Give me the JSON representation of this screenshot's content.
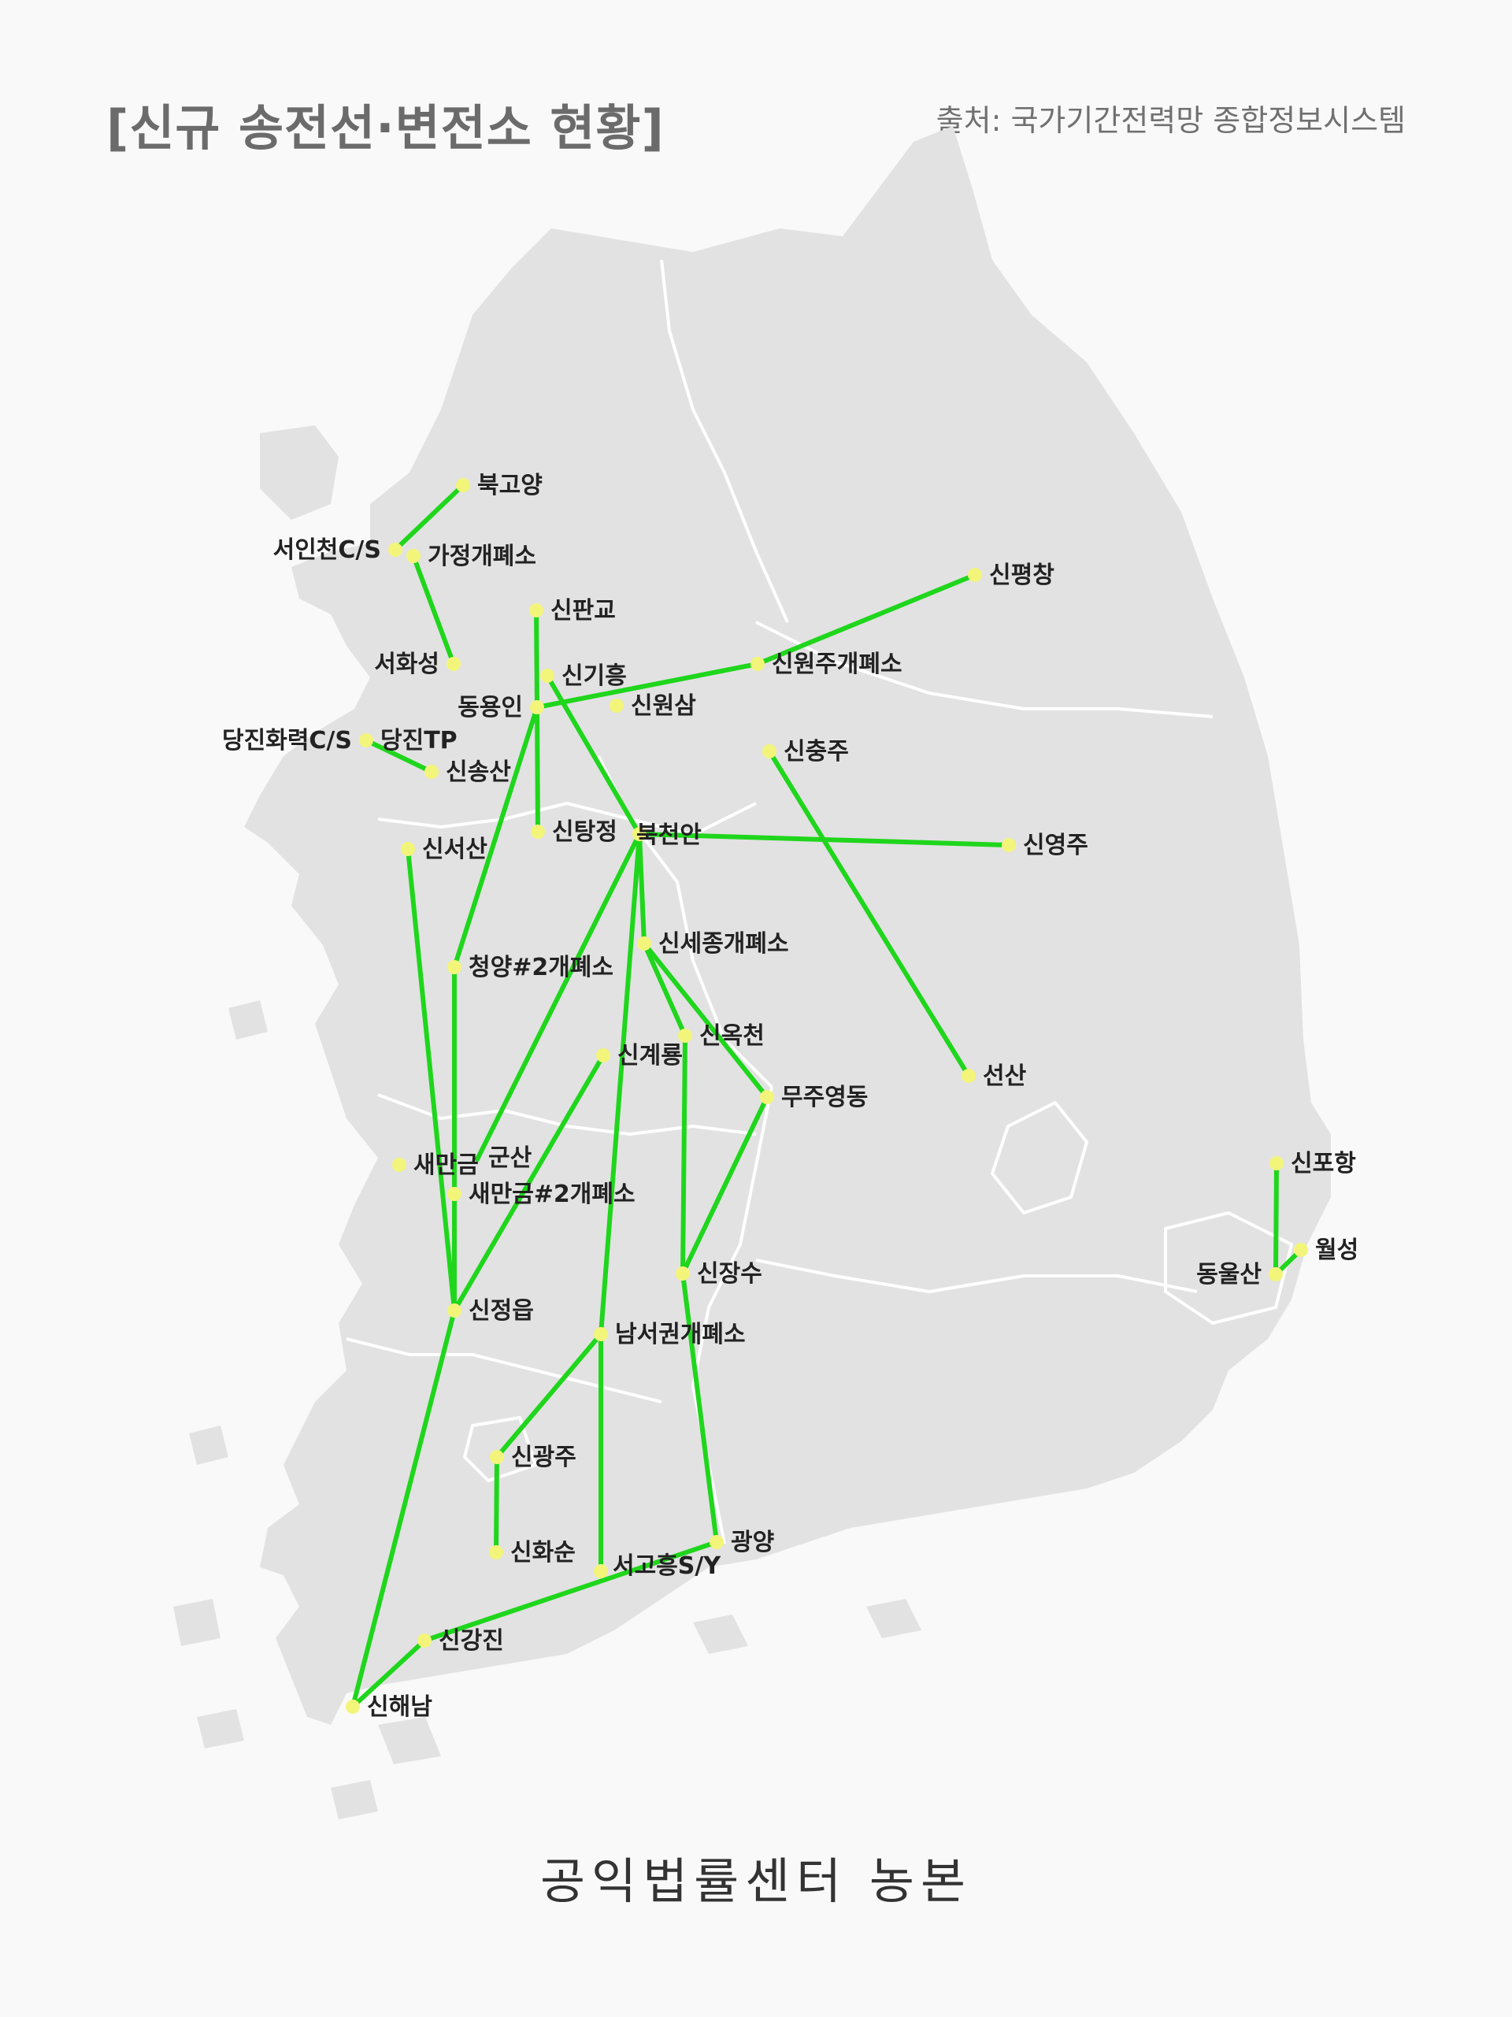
{
  "header": {
    "title": "[신규 송전선·변전소 현황]",
    "source": "출처: 국가기간전력망 종합정보시스템"
  },
  "footer": {
    "credit": "공익법률센터 농본"
  },
  "colors": {
    "line": "#1fd61c",
    "node": "#f3f57a",
    "land": "#e2e2e2",
    "background": "#f9f9f9"
  },
  "stations": [
    {
      "id": "bukgoyang",
      "name": "북고양"
    },
    {
      "id": "seoincheon",
      "name": "서인천C/S"
    },
    {
      "id": "gajeong",
      "name": "가정개폐소"
    },
    {
      "id": "seohwaseong",
      "name": "서화성"
    },
    {
      "id": "sinpangyo",
      "name": "신판교"
    },
    {
      "id": "singiheung",
      "name": "신기흥"
    },
    {
      "id": "dongyongin",
      "name": "동용인"
    },
    {
      "id": "sinwonsam",
      "name": "신원삼"
    },
    {
      "id": "sinpyeongchang",
      "name": "신평창"
    },
    {
      "id": "sinwonju",
      "name": "신원주개폐소"
    },
    {
      "id": "dangjinhwaryeok",
      "name": "당진화력C/S"
    },
    {
      "id": "dangjintp",
      "name": "당진TP"
    },
    {
      "id": "sinsongsan",
      "name": "신송산"
    },
    {
      "id": "sinchungju",
      "name": "신충주"
    },
    {
      "id": "sintangjeong",
      "name": "신탕정"
    },
    {
      "id": "bukcheonan",
      "name": "북천안"
    },
    {
      "id": "sinyeongju",
      "name": "신영주"
    },
    {
      "id": "sinseosan",
      "name": "신서산"
    },
    {
      "id": "cheongyang",
      "name": "청양#2개폐소"
    },
    {
      "id": "sinsejong",
      "name": "신세종개폐소"
    },
    {
      "id": "sinokcheon",
      "name": "신옥천"
    },
    {
      "id": "singyeryong",
      "name": "신계룡"
    },
    {
      "id": "seonsan",
      "name": "선산"
    },
    {
      "id": "mujuyeongdong",
      "name": "무주영동"
    },
    {
      "id": "saemangeum",
      "name": "새만금"
    },
    {
      "id": "gunsan",
      "name": "군산"
    },
    {
      "id": "saemangeum2",
      "name": "새만금#2개폐소"
    },
    {
      "id": "sinpohang",
      "name": "신포항"
    },
    {
      "id": "wolseong",
      "name": "월성"
    },
    {
      "id": "dongulsan",
      "name": "동울산"
    },
    {
      "id": "sinjangsu",
      "name": "신장수"
    },
    {
      "id": "sinjeongeup",
      "name": "신정읍"
    },
    {
      "id": "namseogwon",
      "name": "남서권개폐소"
    },
    {
      "id": "singwangju",
      "name": "신광주"
    },
    {
      "id": "sinhwasun",
      "name": "신화순"
    },
    {
      "id": "gwangyang",
      "name": "광양"
    },
    {
      "id": "seogoheung",
      "name": "서고흥S/Y"
    },
    {
      "id": "singangjin",
      "name": "신강진"
    },
    {
      "id": "sinhaenam",
      "name": "신해남"
    }
  ],
  "lines": [
    [
      "seoincheon",
      "bukgoyang"
    ],
    [
      "gajeong",
      "seohwaseong"
    ],
    [
      "dongyongin",
      "sinwonju"
    ],
    [
      "sinpyeongchang",
      "sinwonju"
    ],
    [
      "dangjinhwaryeok",
      "sinsongsan"
    ],
    [
      "sinpangyo",
      "dongyongin"
    ],
    [
      "dongyongin",
      "sintangjeong"
    ],
    [
      "dongyongin",
      "cheongyang"
    ],
    [
      "singiheung",
      "bukcheonan"
    ],
    [
      "bukcheonan",
      "sinyeongju"
    ],
    [
      "bukcheonan",
      "sinsejong"
    ],
    [
      "sinchungju",
      "seonsan"
    ],
    [
      "sinseosan",
      "sinjeongeup"
    ],
    [
      "cheongyang",
      "sinjeongeup"
    ],
    [
      "bukcheonan",
      "gunsan"
    ],
    [
      "bukcheonan",
      "namseogwon"
    ],
    [
      "sinsejong",
      "mujuyeongdong"
    ],
    [
      "sinsejong",
      "sinokcheon"
    ],
    [
      "singyeryong",
      "sinjeongeup"
    ],
    [
      "namseogwon",
      "seogoheung"
    ],
    [
      "sinokcheon",
      "sinjangsu"
    ],
    [
      "mujuyeongdong",
      "sinjangsu"
    ],
    [
      "sinjangsu",
      "gwangyang"
    ],
    [
      "sinpohang",
      "dongulsan"
    ],
    [
      "dongulsan",
      "wolseong"
    ],
    [
      "namseogwon",
      "singwangju"
    ],
    [
      "singwangju",
      "sinhwasun"
    ],
    [
      "gwangyang",
      "singangjin"
    ],
    [
      "singangjin",
      "sinhaenam"
    ],
    [
      "sinjeongeup",
      "sinhaenam"
    ]
  ]
}
